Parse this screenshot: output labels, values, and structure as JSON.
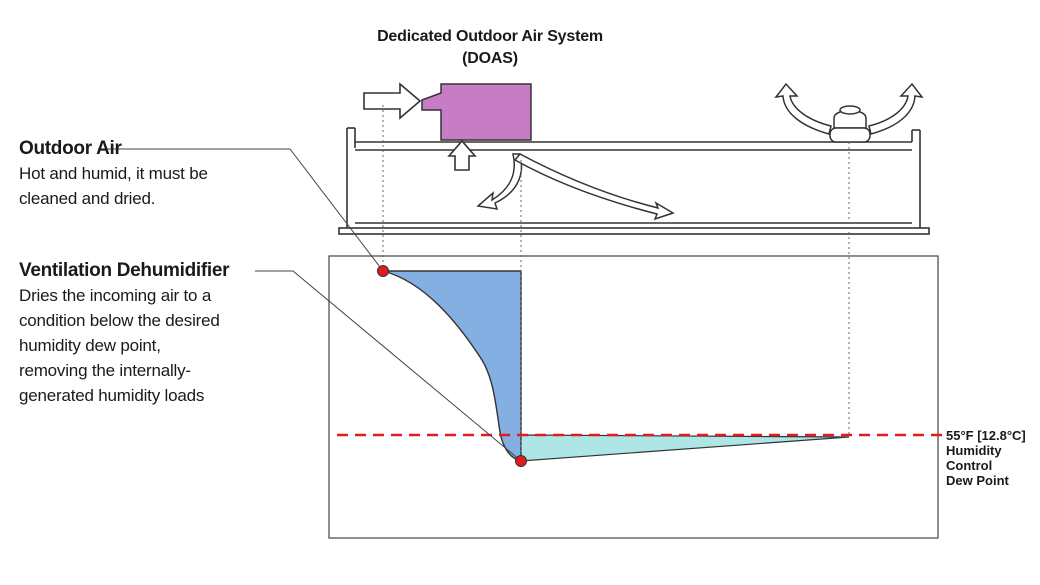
{
  "title": {
    "line1": "Dedicated Outdoor Air System",
    "line2": "(DOAS)"
  },
  "outdoor_air": {
    "heading": "Outdoor Air",
    "description_lines": [
      "Hot and humid, it must be",
      "cleaned and dried."
    ]
  },
  "ventilation_dehumidifier": {
    "heading": "Ventilation Dehumidifier",
    "description_lines": [
      "Dries the incoming air to a",
      "condition below the desired",
      "humidity dew point,",
      "removing the internally-",
      "generated humidity loads"
    ]
  },
  "dew_point_label": {
    "lines": [
      "55°F  [12.8°C]",
      "Humidity",
      "Control",
      "Dew Point"
    ]
  },
  "colors": {
    "doas_unit": "#c77cc5",
    "dehumidification_area": "#84afe2",
    "load_area": "#aee6e6",
    "state_point": "#e11b22",
    "dew_point_line": "#e11b22",
    "line": "#333333"
  },
  "icons": [
    "outdoor-air-arrow-icon",
    "supply-air-arrow-icon",
    "rooftop-exhaust-fan-icon"
  ]
}
